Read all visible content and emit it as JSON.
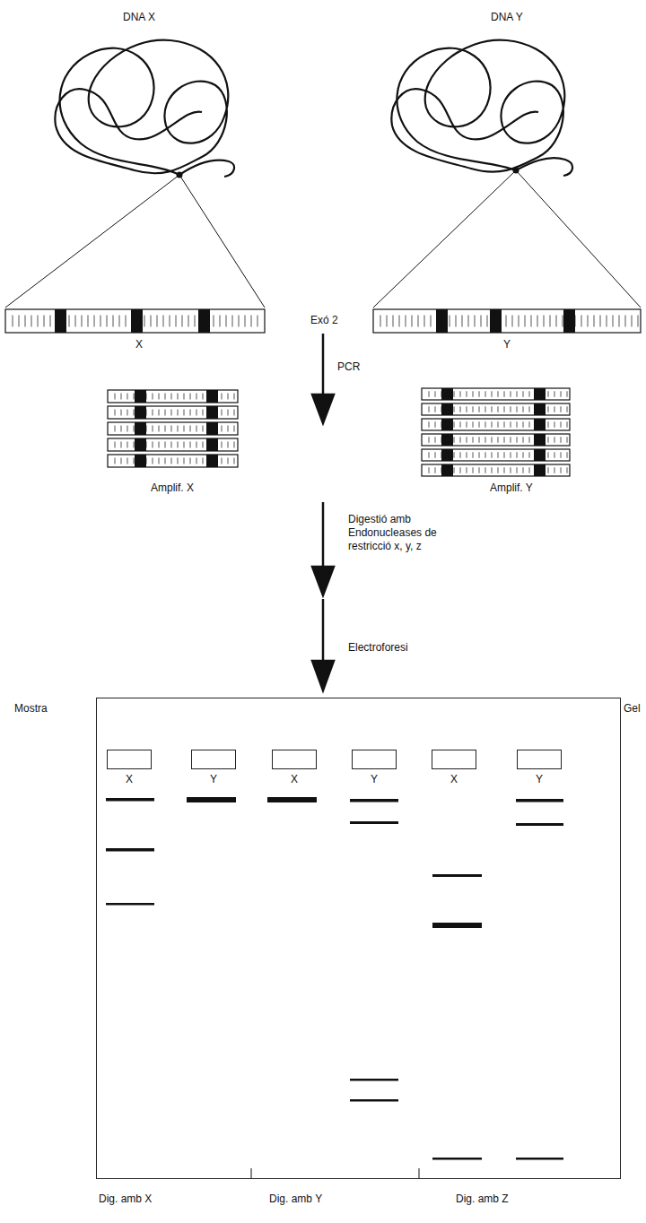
{
  "diagram": {
    "nodes": [
      {
        "text": [
          "Gel"
        ]
      },
      {
        "text": [
          "X"
        ],
        "in": 0
      },
      {
        "text": [
          "Y"
        ],
        "in": 0
      },
      {
        "text": [
          "X"
        ],
        "in": 0
      },
      {
        "text": [
          "Y"
        ],
        "in": 0
      },
      {
        "text": [
          "X"
        ],
        "in": 0
      },
      {
        "text": [
          "Y"
        ],
        "in": 0
      }
    ],
    "edges": [],
    "labels": [
      "DNA X",
      "DNA Y",
      "X",
      "Exó 2",
      "Y",
      "PCR",
      "Amplif. X",
      "Amplif. Y",
      "Digestió amb Endonucleases de restricció x, y, z",
      "Electroforesi",
      "Mostra",
      "Dig. amb X",
      "Dig. amb Y",
      "Dig. amb Z"
    ]
  }
}
